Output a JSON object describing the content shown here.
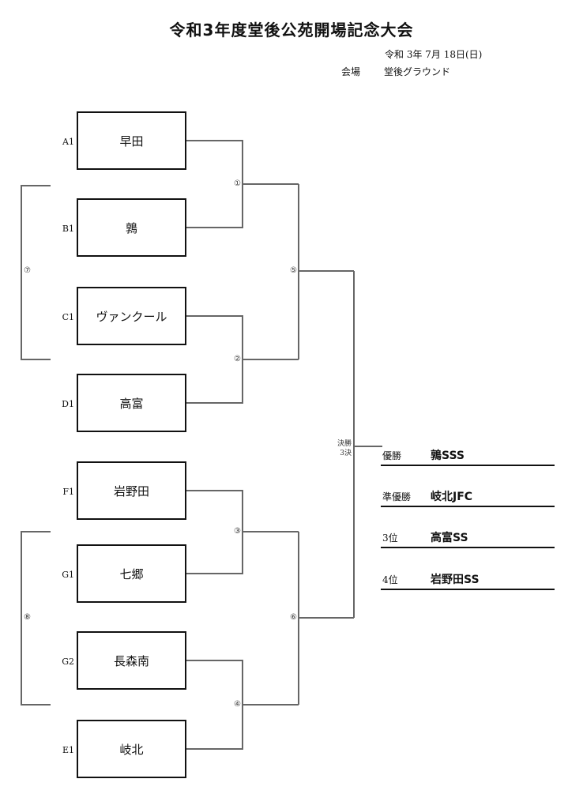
{
  "title": "令和3年度堂後公苑開場記念大会",
  "date": "令和 3年 7月 18日(日)",
  "venue_label": "会場",
  "venue": "堂後グラウンド",
  "teams": [
    {
      "seed": "A1",
      "name": "早田"
    },
    {
      "seed": "B1",
      "name": "鶉"
    },
    {
      "seed": "C1",
      "name": "ヴァンクール"
    },
    {
      "seed": "D1",
      "name": "高富"
    },
    {
      "seed": "F1",
      "name": "岩野田"
    },
    {
      "seed": "G1",
      "name": "七郷"
    },
    {
      "seed": "G2",
      "name": "長森南"
    },
    {
      "seed": "E1",
      "name": "岐北"
    }
  ],
  "matches": [
    "①",
    "②",
    "③",
    "④",
    "⑤",
    "⑥",
    "⑦",
    "⑧"
  ],
  "final_label_1": "決勝",
  "final_label_2": "3決",
  "results": [
    {
      "rank": "優勝",
      "team": "鶉SSS"
    },
    {
      "rank": "準優勝",
      "team": "岐北JFC"
    },
    {
      "rank": "3位",
      "team": "高富SS"
    },
    {
      "rank": "4位",
      "team": "岩野田SS"
    }
  ]
}
